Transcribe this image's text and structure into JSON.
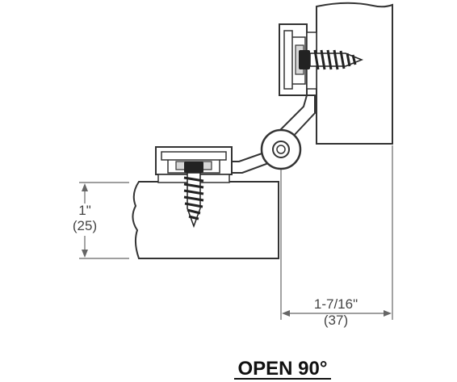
{
  "diagram": {
    "caption": "OPEN 90°",
    "dim_vertical": {
      "imperial": "1\"",
      "metric": "(25)"
    },
    "dim_horizontal": {
      "imperial": "1-7/16\"",
      "metric": "(37)"
    },
    "colors": {
      "line": "#333333",
      "dim_line": "#666666",
      "fill": "#ffffff",
      "screw": "#222222"
    }
  }
}
